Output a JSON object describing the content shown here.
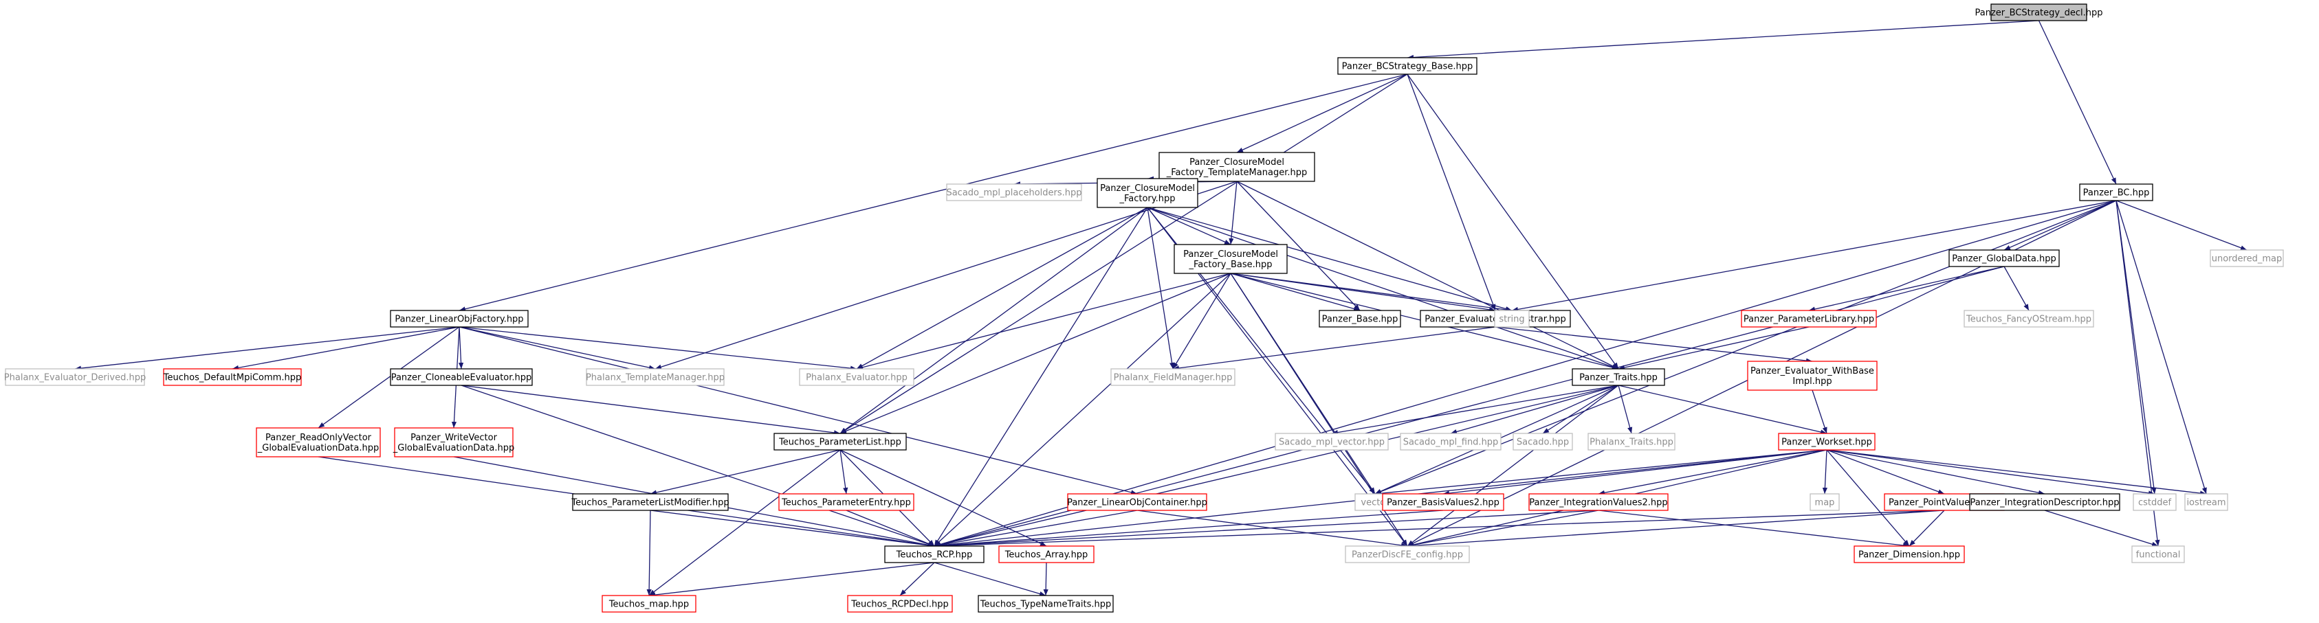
{
  "colors": {
    "edge": "#191970",
    "box_black": "#000000",
    "box_red": "#ff0000",
    "box_gray": "#bfbfbf",
    "root_fill": "#bfbfbf",
    "text_gray": "#8c8c8c"
  },
  "nodes": {
    "n0": {
      "lines": [
        "Panzer_BCStrategy_decl.hpp"
      ],
      "style": "root"
    },
    "n1": {
      "lines": [
        "Panzer_BCStrategy_Base.hpp"
      ],
      "style": "black"
    },
    "n2": {
      "lines": [
        "Panzer_BC.hpp"
      ],
      "style": "black"
    },
    "n3": {
      "lines": [
        "Panzer_ClosureModel",
        "_Factory_TemplateManager.hpp"
      ],
      "style": "black"
    },
    "n4": {
      "lines": [
        "Panzer_LinearObjFactory.hpp"
      ],
      "style": "black"
    },
    "n5": {
      "lines": [
        "Sacado_mpl_placeholders.hpp"
      ],
      "style": "gray"
    },
    "n6": {
      "lines": [
        "Panzer_ClosureModel",
        "_Factory.hpp"
      ],
      "style": "black"
    },
    "n7": {
      "lines": [
        "Panzer_ClosureModel",
        "_Factory_Base.hpp"
      ],
      "style": "black"
    },
    "n8": {
      "lines": [
        "Panzer_GlobalData.hpp"
      ],
      "style": "black"
    },
    "n9": {
      "lines": [
        "unordered_map"
      ],
      "style": "gray"
    },
    "n10": {
      "lines": [
        "Panzer_Base.hpp"
      ],
      "style": "black"
    },
    "n11": {
      "lines": [
        "Panzer_EvaluatorsRegistrar.hpp"
      ],
      "style": "black"
    },
    "n12": {
      "lines": [
        "string"
      ],
      "style": "gray"
    },
    "n13": {
      "lines": [
        "Panzer_ParameterLibrary.hpp"
      ],
      "style": "red"
    },
    "n14": {
      "lines": [
        "Teuchos_FancyOStream.hpp"
      ],
      "style": "gray"
    },
    "n15": {
      "lines": [
        "Phalanx_Evaluator_Derived.hpp"
      ],
      "style": "gray"
    },
    "n16": {
      "lines": [
        "Teuchos_DefaultMpiComm.hpp"
      ],
      "style": "red"
    },
    "n17": {
      "lines": [
        "Panzer_CloneableEvaluator.hpp"
      ],
      "style": "black"
    },
    "n18": {
      "lines": [
        "Phalanx_TemplateManager.hpp"
      ],
      "style": "gray"
    },
    "n19": {
      "lines": [
        "Phalanx_Evaluator.hpp"
      ],
      "style": "gray"
    },
    "n20": {
      "lines": [
        "Phalanx_FieldManager.hpp"
      ],
      "style": "gray"
    },
    "n21": {
      "lines": [
        "Panzer_Traits.hpp"
      ],
      "style": "black"
    },
    "n22": {
      "lines": [
        "Panzer_Evaluator_WithBase",
        "Impl.hpp"
      ],
      "style": "red"
    },
    "n23": {
      "lines": [
        "Panzer_ReadOnlyVector",
        "_GlobalEvaluationData.hpp"
      ],
      "style": "red"
    },
    "n24": {
      "lines": [
        "Panzer_WriteVector",
        "_GlobalEvaluationData.hpp"
      ],
      "style": "red"
    },
    "n25": {
      "lines": [
        "Teuchos_ParameterList.hpp"
      ],
      "style": "black"
    },
    "n26": {
      "lines": [
        "Sacado_mpl_vector.hpp"
      ],
      "style": "gray"
    },
    "n27": {
      "lines": [
        "Sacado_mpl_find.hpp"
      ],
      "style": "gray"
    },
    "n28": {
      "lines": [
        "Sacado.hpp"
      ],
      "style": "gray"
    },
    "n29": {
      "lines": [
        "Phalanx_Traits.hpp"
      ],
      "style": "gray"
    },
    "n30": {
      "lines": [
        "Panzer_Workset.hpp"
      ],
      "style": "red"
    },
    "n31": {
      "lines": [
        "vector"
      ],
      "style": "gray"
    },
    "n32": {
      "lines": [
        "map"
      ],
      "style": "gray"
    },
    "n33": {
      "lines": [
        "Teuchos_ParameterListModifier.hpp"
      ],
      "style": "black"
    },
    "n34": {
      "lines": [
        "Teuchos_ParameterEntry.hpp"
      ],
      "style": "red"
    },
    "n35": {
      "lines": [
        "Panzer_LinearObjContainer.hpp"
      ],
      "style": "red"
    },
    "n36": {
      "lines": [
        "Panzer_BasisValues2.hpp"
      ],
      "style": "red"
    },
    "n37": {
      "lines": [
        "Panzer_IntegrationValues2.hpp"
      ],
      "style": "red"
    },
    "n38": {
      "lines": [
        "Panzer_PointValues2.hpp"
      ],
      "style": "red"
    },
    "n39": {
      "lines": [
        "Panzer_IntegrationDescriptor.hpp"
      ],
      "style": "black"
    },
    "n40": {
      "lines": [
        "cstddef"
      ],
      "style": "gray"
    },
    "n41": {
      "lines": [
        "iostream"
      ],
      "style": "gray"
    },
    "n42": {
      "lines": [
        "Teuchos_RCP.hpp"
      ],
      "style": "black"
    },
    "n43": {
      "lines": [
        "Teuchos_Array.hpp"
      ],
      "style": "red"
    },
    "n44": {
      "lines": [
        "PanzerDiscFE_config.hpp"
      ],
      "style": "gray"
    },
    "n45": {
      "lines": [
        "Panzer_Dimension.hpp"
      ],
      "style": "red"
    },
    "n46": {
      "lines": [
        "functional"
      ],
      "style": "gray"
    },
    "n47": {
      "lines": [
        "Teuchos_map.hpp"
      ],
      "style": "red"
    },
    "n48": {
      "lines": [
        "Teuchos_RCPDecl.hpp"
      ],
      "style": "red"
    },
    "n49": {
      "lines": [
        "Teuchos_TypeNameTraits.hpp"
      ],
      "style": "black"
    }
  },
  "edges": [
    [
      "n0",
      "n1"
    ],
    [
      "n0",
      "n2"
    ],
    [
      "n1",
      "n3"
    ],
    [
      "n1",
      "n4"
    ],
    [
      "n1",
      "n11"
    ],
    [
      "n1",
      "n21"
    ],
    [
      "n1",
      "n25"
    ],
    [
      "n3",
      "n5"
    ],
    [
      "n3",
      "n6"
    ],
    [
      "n3",
      "n7"
    ],
    [
      "n3",
      "n10"
    ],
    [
      "n3",
      "n18"
    ],
    [
      "n3",
      "n21"
    ],
    [
      "n6",
      "n7"
    ],
    [
      "n6",
      "n12"
    ],
    [
      "n6",
      "n19"
    ],
    [
      "n6",
      "n20"
    ],
    [
      "n6",
      "n21"
    ],
    [
      "n6",
      "n25"
    ],
    [
      "n6",
      "n31"
    ],
    [
      "n6",
      "n42"
    ],
    [
      "n6",
      "n44"
    ],
    [
      "n7",
      "n10"
    ],
    [
      "n7",
      "n11"
    ],
    [
      "n7",
      "n12"
    ],
    [
      "n7",
      "n19"
    ],
    [
      "n7",
      "n20"
    ],
    [
      "n7",
      "n21"
    ],
    [
      "n7",
      "n25"
    ],
    [
      "n7",
      "n31"
    ],
    [
      "n7",
      "n42"
    ],
    [
      "n7",
      "n44"
    ],
    [
      "n2",
      "n8"
    ],
    [
      "n2",
      "n9"
    ],
    [
      "n2",
      "n12"
    ],
    [
      "n2",
      "n31"
    ],
    [
      "n2",
      "n40"
    ],
    [
      "n2",
      "n41"
    ],
    [
      "n2",
      "n42"
    ],
    [
      "n2",
      "n44"
    ],
    [
      "n2",
      "n46"
    ],
    [
      "n8",
      "n13"
    ],
    [
      "n8",
      "n14"
    ],
    [
      "n8",
      "n42"
    ],
    [
      "n13",
      "n21"
    ],
    [
      "n11",
      "n20"
    ],
    [
      "n11",
      "n22"
    ],
    [
      "n4",
      "n15"
    ],
    [
      "n4",
      "n16"
    ],
    [
      "n4",
      "n17"
    ],
    [
      "n4",
      "n18"
    ],
    [
      "n4",
      "n19"
    ],
    [
      "n4",
      "n23"
    ],
    [
      "n4",
      "n24"
    ],
    [
      "n4",
      "n35"
    ],
    [
      "n17",
      "n25"
    ],
    [
      "n17",
      "n42"
    ],
    [
      "n23",
      "n42"
    ],
    [
      "n24",
      "n42"
    ],
    [
      "n21",
      "n26"
    ],
    [
      "n21",
      "n27"
    ],
    [
      "n21",
      "n28"
    ],
    [
      "n21",
      "n29"
    ],
    [
      "n21",
      "n30"
    ],
    [
      "n21",
      "n31"
    ],
    [
      "n21",
      "n42"
    ],
    [
      "n21",
      "n44"
    ],
    [
      "n22",
      "n30"
    ],
    [
      "n30",
      "n31"
    ],
    [
      "n30",
      "n32"
    ],
    [
      "n30",
      "n36"
    ],
    [
      "n30",
      "n37"
    ],
    [
      "n30",
      "n38"
    ],
    [
      "n30",
      "n39"
    ],
    [
      "n30",
      "n40"
    ],
    [
      "n30",
      "n41"
    ],
    [
      "n30",
      "n42"
    ],
    [
      "n30",
      "n44"
    ],
    [
      "n30",
      "n45"
    ],
    [
      "n25",
      "n33"
    ],
    [
      "n25",
      "n34"
    ],
    [
      "n25",
      "n42"
    ],
    [
      "n25",
      "n43"
    ],
    [
      "n25",
      "n47"
    ],
    [
      "n33",
      "n42"
    ],
    [
      "n33",
      "n47"
    ],
    [
      "n34",
      "n42"
    ],
    [
      "n35",
      "n42"
    ],
    [
      "n35",
      "n44"
    ],
    [
      "n36",
      "n42"
    ],
    [
      "n37",
      "n42"
    ],
    [
      "n37",
      "n44"
    ],
    [
      "n37",
      "n45"
    ],
    [
      "n38",
      "n42"
    ],
    [
      "n38",
      "n44"
    ],
    [
      "n38",
      "n45"
    ],
    [
      "n39",
      "n46"
    ],
    [
      "n42",
      "n47"
    ],
    [
      "n42",
      "n48"
    ],
    [
      "n42",
      "n49"
    ],
    [
      "n43",
      "n49"
    ]
  ]
}
